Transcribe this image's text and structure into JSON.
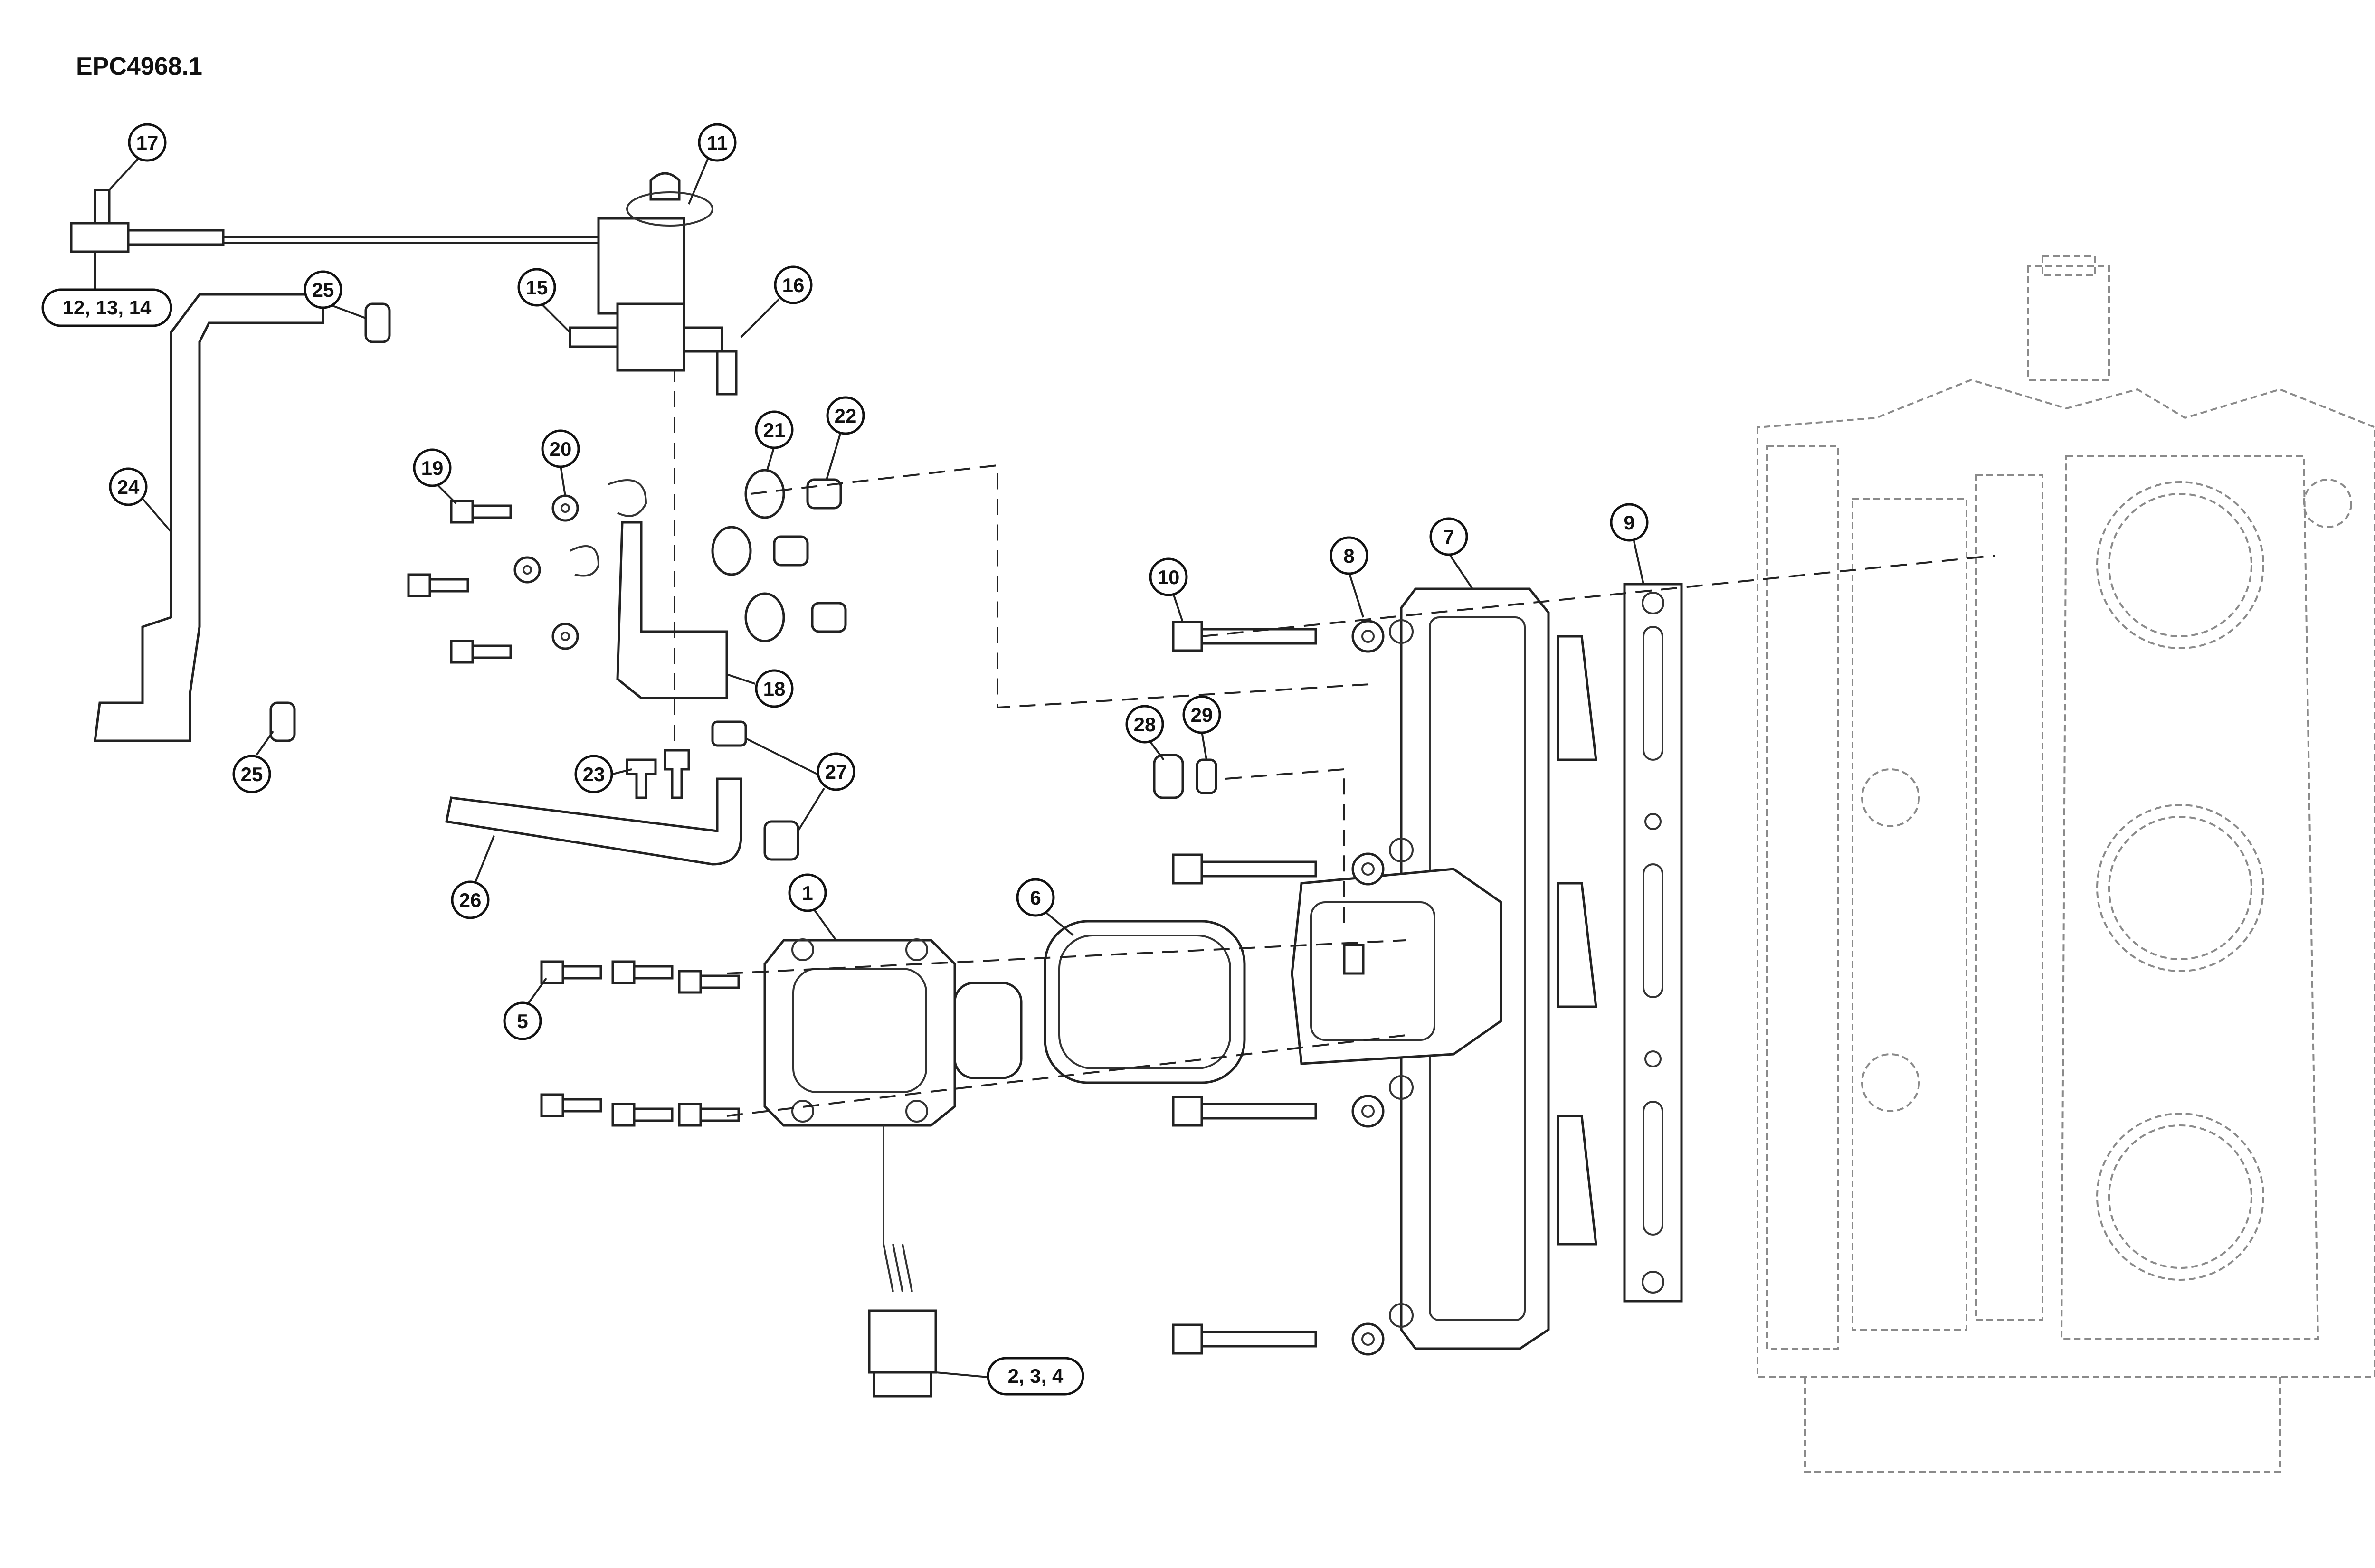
{
  "header": {
    "ref_code": "EPC4968.1"
  },
  "callouts": [
    {
      "id": "c1",
      "label": "1"
    },
    {
      "id": "c234",
      "label": "2, 3, 4"
    },
    {
      "id": "c5",
      "label": "5"
    },
    {
      "id": "c6",
      "label": "6"
    },
    {
      "id": "c7",
      "label": "7"
    },
    {
      "id": "c8",
      "label": "8"
    },
    {
      "id": "c9",
      "label": "9"
    },
    {
      "id": "c10",
      "label": "10"
    },
    {
      "id": "c11",
      "label": "11"
    },
    {
      "id": "c121314",
      "label": "12, 13, 14"
    },
    {
      "id": "c15",
      "label": "15"
    },
    {
      "id": "c16",
      "label": "16"
    },
    {
      "id": "c17",
      "label": "17"
    },
    {
      "id": "c18",
      "label": "18"
    },
    {
      "id": "c19",
      "label": "19"
    },
    {
      "id": "c20",
      "label": "20"
    },
    {
      "id": "c21",
      "label": "21"
    },
    {
      "id": "c22",
      "label": "22"
    },
    {
      "id": "c23",
      "label": "23"
    },
    {
      "id": "c24",
      "label": "24"
    },
    {
      "id": "c25a",
      "label": "25"
    },
    {
      "id": "c25b",
      "label": "25"
    },
    {
      "id": "c26",
      "label": "26"
    },
    {
      "id": "c27",
      "label": "27"
    },
    {
      "id": "c28",
      "label": "28"
    },
    {
      "id": "c29",
      "label": "29"
    }
  ]
}
